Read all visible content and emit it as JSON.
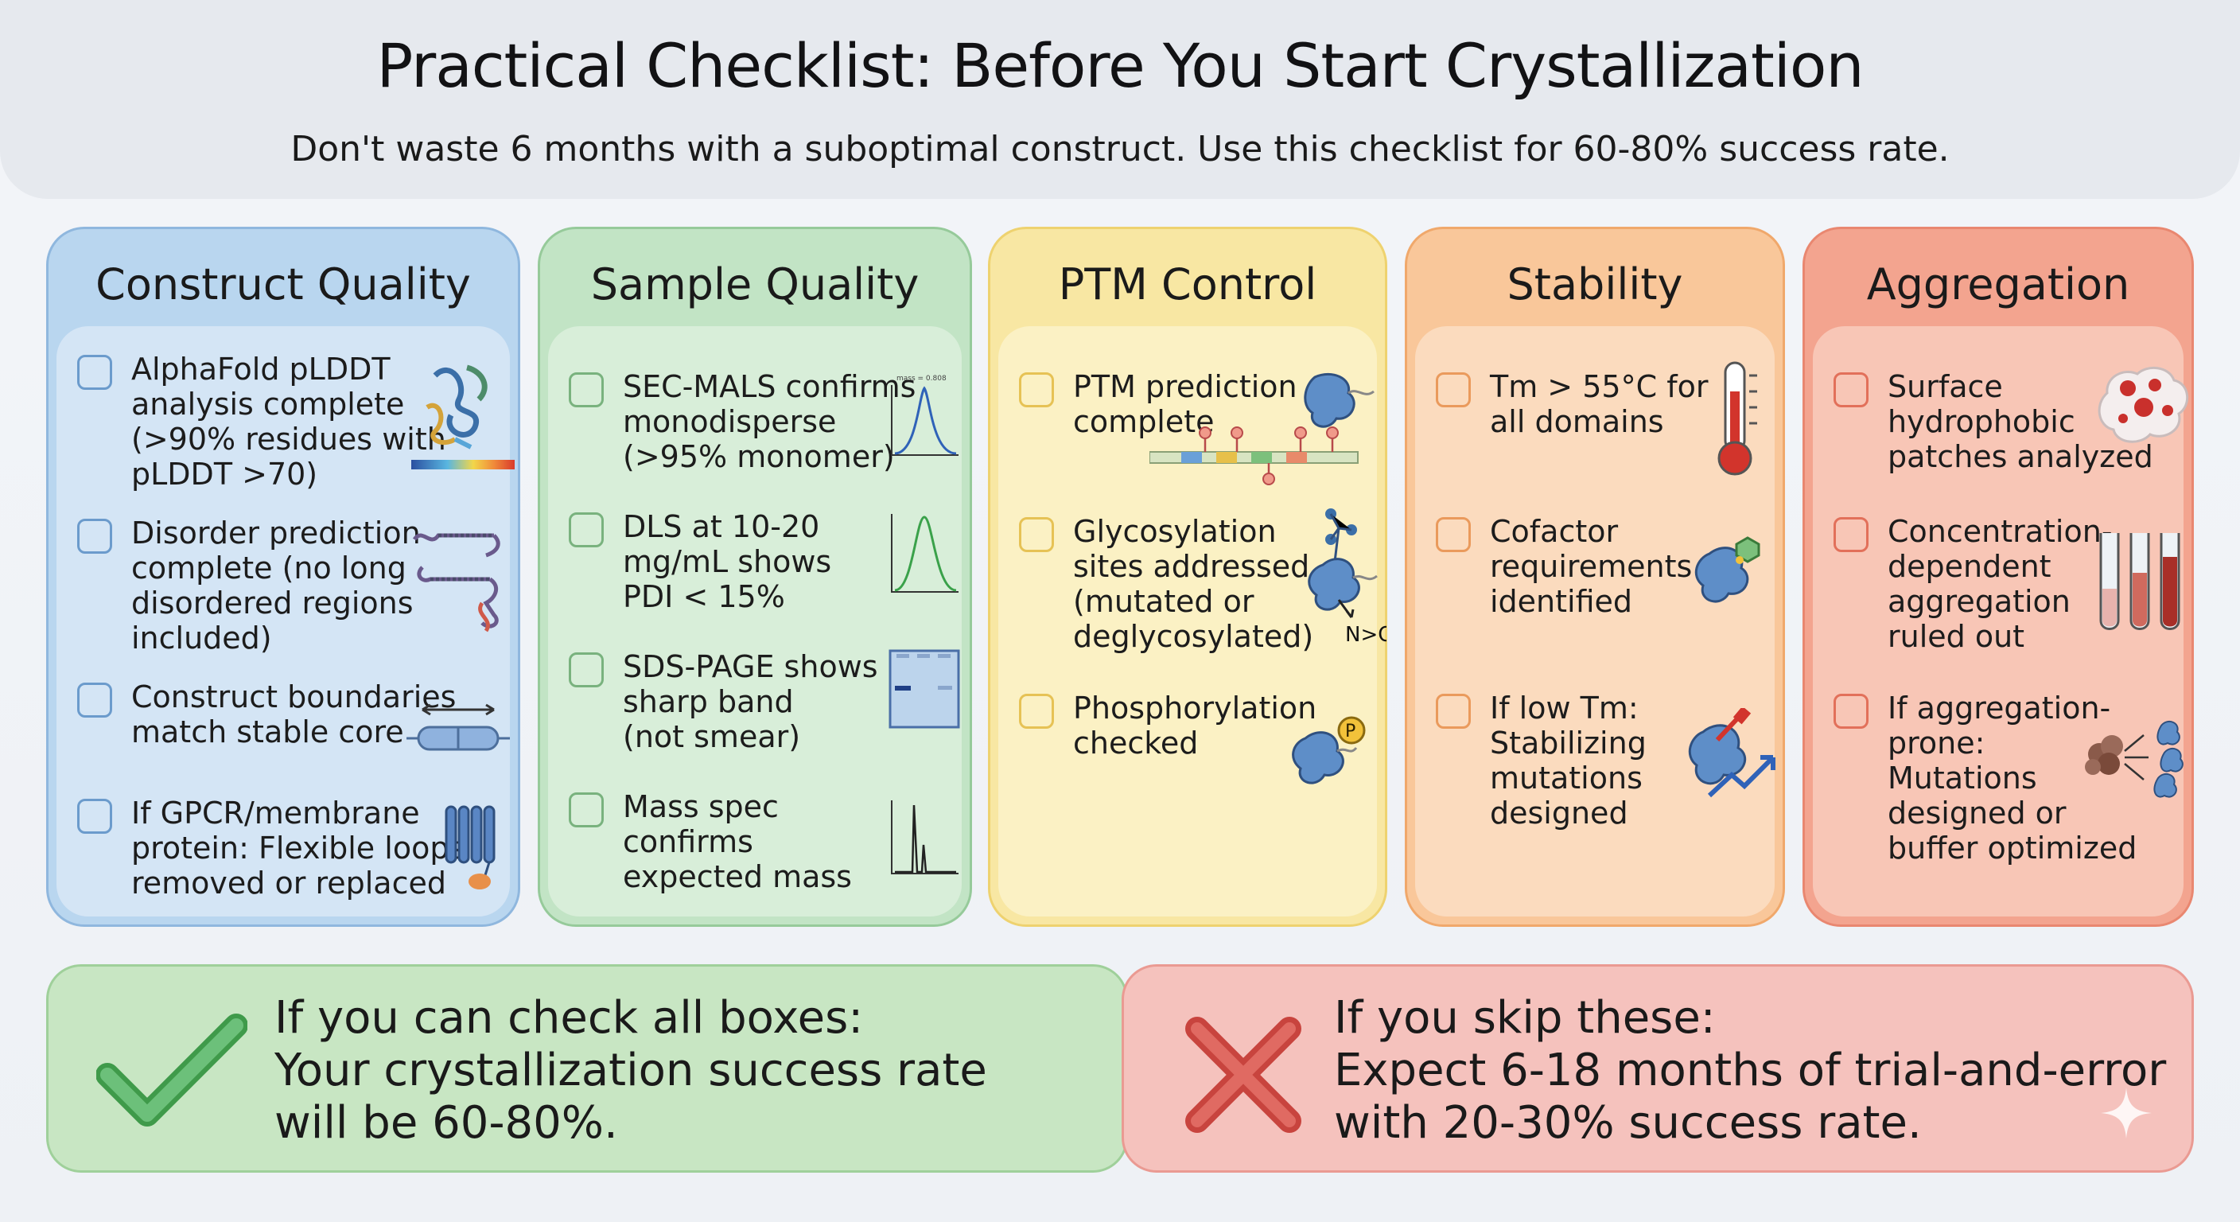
{
  "header": {
    "title": "Practical Checklist: Before You Start Crystallization",
    "subtitle": "Don't waste 6 months with a suboptimal construct. Use this checklist for 60-80% success rate."
  },
  "columns": [
    {
      "title": "Construct Quality",
      "items": [
        {
          "text": "AlphaFold pLDDT\nanalysis complete\n(>90% residues with\npLDDT >70)",
          "icon": "protein-structure-icon"
        },
        {
          "text": "Disorder prediction\ncomplete (no long\ndisordered regions\nincluded)",
          "icon": "disordered-chain-icon"
        },
        {
          "text": "Construct boundaries\nmatch stable core",
          "icon": "construct-boundaries-icon"
        },
        {
          "text": "If GPCR/membrane\nprotein: Flexible loops\nremoved or replaced",
          "icon": "membrane-protein-icon"
        }
      ]
    },
    {
      "title": "Sample Quality",
      "items": [
        {
          "text": "SEC-MALS confirms\nmonodisperse\n(>95% monomer)",
          "icon": "sec-mals-peak-icon",
          "mini_label": "mass = 0.808"
        },
        {
          "text": "DLS at 10-20\nmg/mL shows\nPDI < 15%",
          "icon": "dls-peak-icon"
        },
        {
          "text": "SDS-PAGE shows\nsharp band\n(not smear)",
          "icon": "gel-band-icon"
        },
        {
          "text": "Mass spec\nconfirms\nexpected mass",
          "icon": "mass-spectrum-icon"
        }
      ]
    },
    {
      "title": "PTM Control",
      "items": [
        {
          "text": "PTM prediction\ncomplete",
          "icon": "ptm-sequence-icon"
        },
        {
          "text": "Glycosylation\nsites addressed\n(mutated or\ndeglycosylated)",
          "icon": "glycan-icon",
          "mini_label": "N>Q"
        },
        {
          "text": "Phosphorylation\nchecked",
          "icon": "phospho-icon",
          "mini_label": "P"
        }
      ]
    },
    {
      "title": "Stability",
      "items": [
        {
          "text": "Tm > 55°C for\nall domains",
          "icon": "thermometer-icon"
        },
        {
          "text": "Cofactor\nrequirements\nidentified",
          "icon": "cofactor-icon"
        },
        {
          "text": "If low Tm:\nStabilizing\nmutations\ndesigned",
          "icon": "stabilizing-mutation-icon"
        }
      ]
    },
    {
      "title": "Aggregation",
      "items": [
        {
          "text": "Surface\nhydrophobic\npatches analyzed",
          "icon": "hydrophobic-patch-icon"
        },
        {
          "text": "Concentration-\ndependent\naggregation\nruled out",
          "icon": "test-tubes-icon"
        },
        {
          "text": "If aggregation-\nprone:\nMutations\ndesigned or\nbuffer optimized",
          "icon": "aggregate-icon"
        }
      ]
    }
  ],
  "footer": {
    "success": {
      "text": "If you can check all boxes:\nYour crystallization success rate\nwill be 60-80%.",
      "icon": "check-icon"
    },
    "failure": {
      "text": "If you skip these:\nExpect 6-18 months of trial-and-error\nwith 20-30% success rate.",
      "icon": "cross-icon"
    }
  }
}
